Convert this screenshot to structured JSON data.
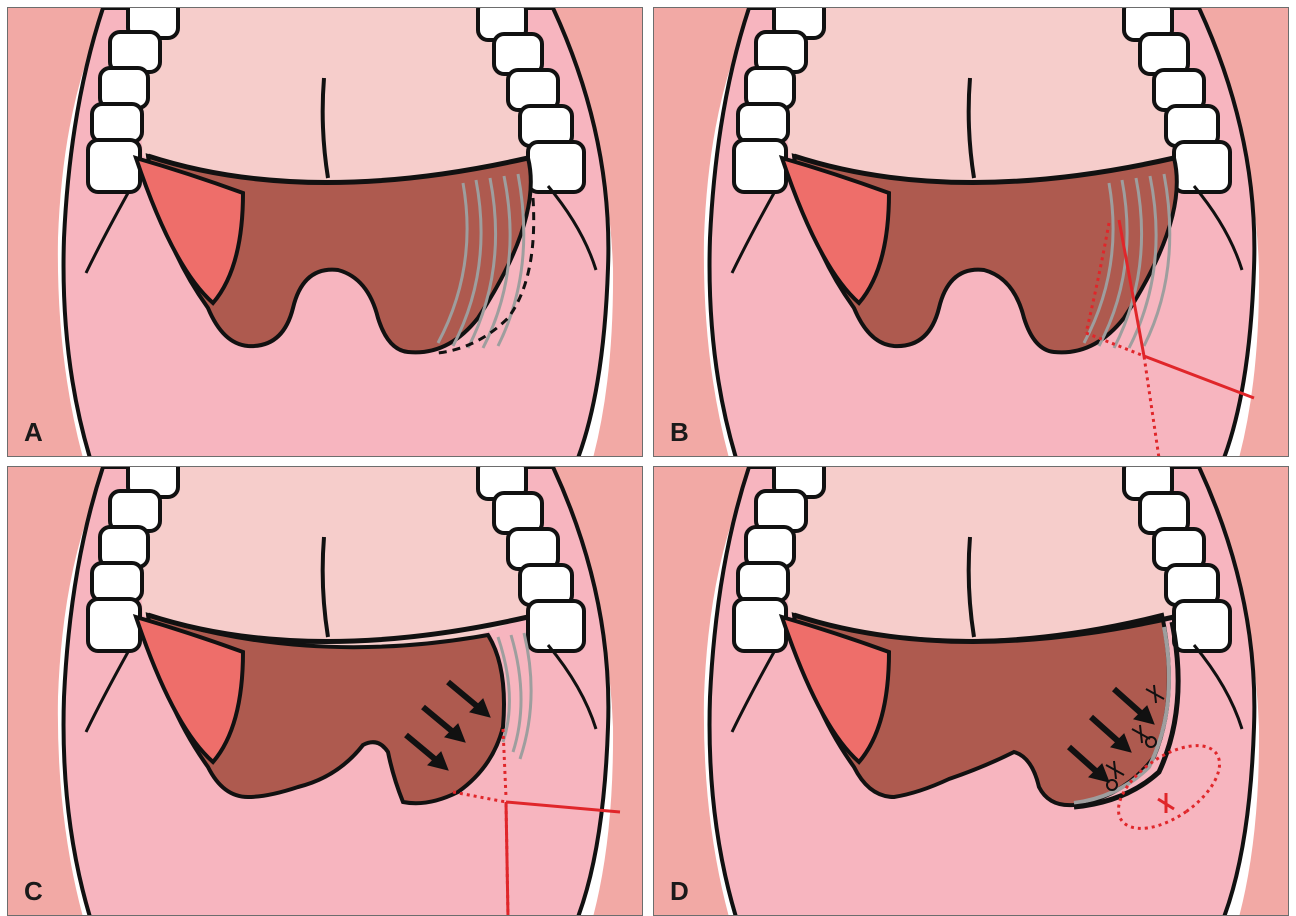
{
  "panels": [
    {
      "id": "A",
      "label": "A"
    },
    {
      "id": "B",
      "label": "B"
    },
    {
      "id": "C",
      "label": "C"
    },
    {
      "id": "D",
      "label": "D"
    }
  ],
  "colors": {
    "lip": "#f2a9a5",
    "palate": "#f6cdcb",
    "oral_floor": "#f7b5bf",
    "pharynx": "#ae5a4f",
    "tonsil": "#ee6e6a",
    "pillar": "#e8a9a9",
    "scar_line": "#9e9e9e",
    "incision": "#e0262a",
    "outline": "#111111"
  }
}
